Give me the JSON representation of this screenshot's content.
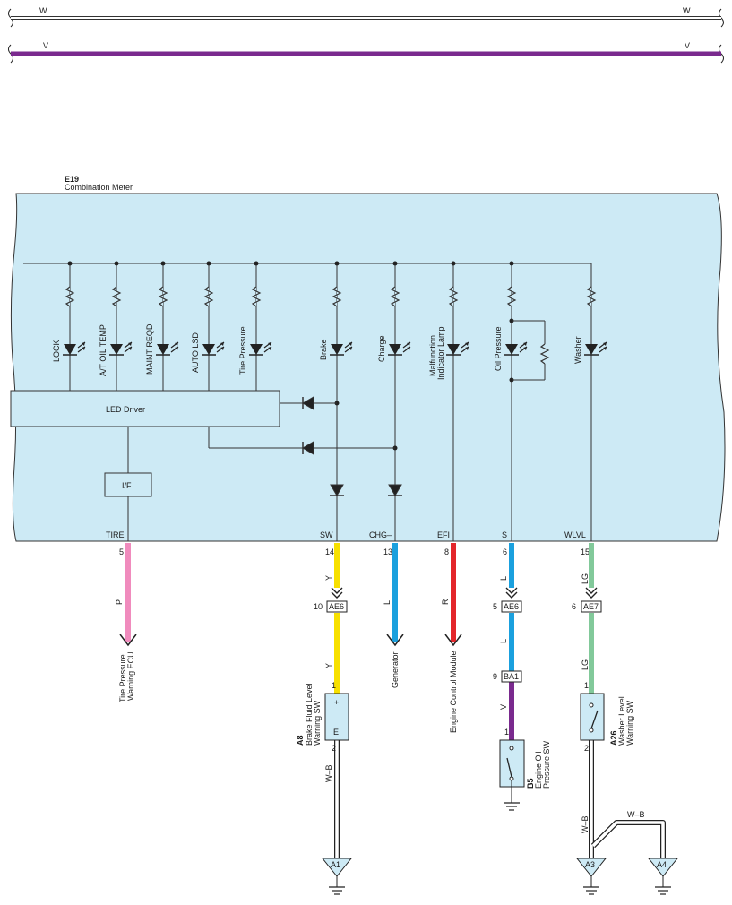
{
  "bus_lines": [
    {
      "code": "W",
      "color": "#ffffff"
    },
    {
      "code": "V",
      "color": "#7a2a8e"
    }
  ],
  "meter": {
    "code": "E19",
    "name": "Combination Meter",
    "fill": "#cdeaf5",
    "led_driver": "LED Driver",
    "interface": "I/F",
    "indicators": [
      "LOCK",
      "A/T OIL TEMP",
      "MAINT REQD",
      "AUTO LSD",
      "Tire Pressure",
      "Brake",
      "Charge",
      "Malfunction",
      "Indicator Lamp",
      "Oil Pressure",
      "Washer"
    ]
  },
  "terminals": [
    {
      "name": "TIRE",
      "pin": "5"
    },
    {
      "name": "SW",
      "pin": "14"
    },
    {
      "name": "CHG–",
      "pin": "13"
    },
    {
      "name": "EFI",
      "pin": "8"
    },
    {
      "name": "S",
      "pin": "6"
    },
    {
      "name": "WLVL",
      "pin": "15"
    }
  ],
  "wires": [
    {
      "code": "P",
      "color": "#f08bbd"
    },
    {
      "code": "Y",
      "color": "#f7e000"
    },
    {
      "code": "L",
      "color": "#1aa0de"
    },
    {
      "code": "R",
      "color": "#e3262b"
    },
    {
      "code": "V",
      "color": "#7a2a8e"
    },
    {
      "code": "LG",
      "color": "#82c99a"
    },
    {
      "code": "W–B",
      "color": "#ffffff"
    }
  ],
  "destinations": {
    "tire_1": "Tire Pressure",
    "tire_2": "Warning ECU",
    "generator": "Generator",
    "ecm": "Engine Control Module"
  },
  "connectors": {
    "ae6_a": {
      "id": "AE6",
      "pin": "10"
    },
    "ae6_b": {
      "id": "AE6",
      "pin": "5"
    },
    "ae7": {
      "id": "AE7",
      "pin": "6"
    },
    "ba1": {
      "id": "BA1",
      "pin": "9"
    }
  },
  "switches": {
    "a8": {
      "code": "A8",
      "line1": "Brake Fluid Level",
      "line2": "Warning SW",
      "pin_top": "1",
      "pin_bottom": "2",
      "plus": "+",
      "e": "E"
    },
    "b5": {
      "code": "B5",
      "line1": "Engine Oil",
      "line2": "Pressure SW",
      "pin_top": "1"
    },
    "a26": {
      "code": "A26",
      "line1": "Washer Level",
      "line2": "Warning SW",
      "pin_top": "1",
      "pin_bottom": "2"
    }
  },
  "grounds": [
    "A1",
    "A3",
    "A4"
  ]
}
